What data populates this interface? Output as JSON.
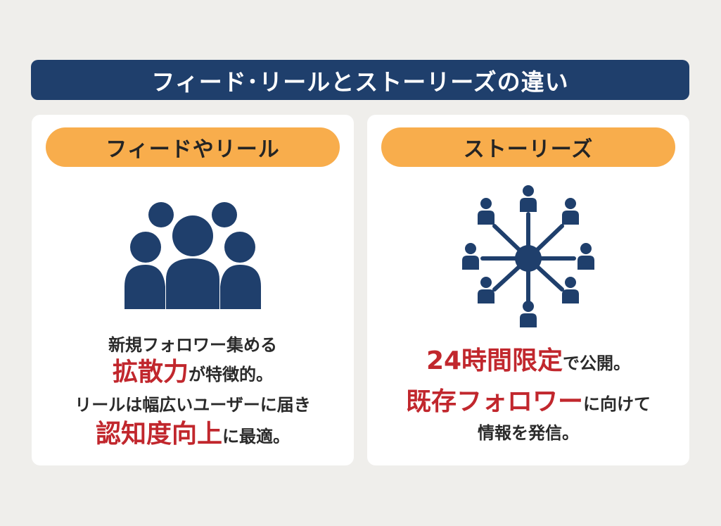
{
  "title": "フィード･リールとストーリーズの違い",
  "left": {
    "pill": "フィードやリール",
    "line1": "新規フォロワー集める",
    "line2_em": "拡散力",
    "line2_rest": "が特徴的。",
    "line3": "リールは幅広いユーザーに届き",
    "line4_em": "認知度向上",
    "line4_rest": "に最適。"
  },
  "right": {
    "pill": "ストーリーズ",
    "line1_em": "24時間限定",
    "line1_rest": "で公開。",
    "line2_em": "既存フォロワー",
    "line2_rest": "に向けて",
    "line3": "情報を発信。"
  },
  "colors": {
    "navy": "#1f3f6c",
    "orange": "#f8ad4c",
    "red": "#c1272d",
    "background": "#efeeeb"
  },
  "icons": {
    "left": "group-people-icon",
    "right": "network-hub-icon"
  }
}
